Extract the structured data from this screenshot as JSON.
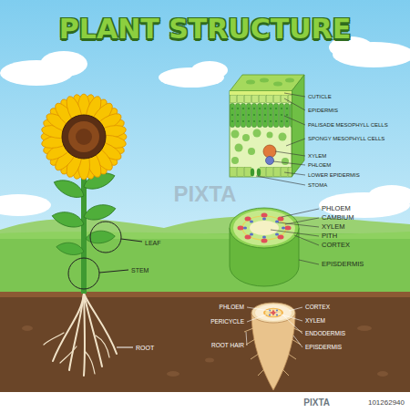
{
  "diagram": {
    "title": "PLANT STRUCTURE",
    "labels": [
      "CUTICLE",
      "EPIDERMIS",
      "PALISADE MESOPHYLL CELLS",
      "SPONGY MESOPHYLL CELLS",
      "XYLEM",
      "PHLOEM",
      "LOWER EPIDERMIS",
      "STOMA",
      "PIXTA",
      "PHLOEM",
      "CAMBIUM",
      "XYLEM",
      "PITH",
      "CORTEX",
      "LEAF",
      "EPISDERMIS",
      "STEM",
      "PHLOEM",
      "CORTEX",
      "PERICYCLE",
      "XYLEM",
      "ENDODERMIS",
      "ROOT HAIR",
      "ROOT",
      "EPISDERMIS",
      "PIXTA",
      "101262940"
    ]
  }
}
